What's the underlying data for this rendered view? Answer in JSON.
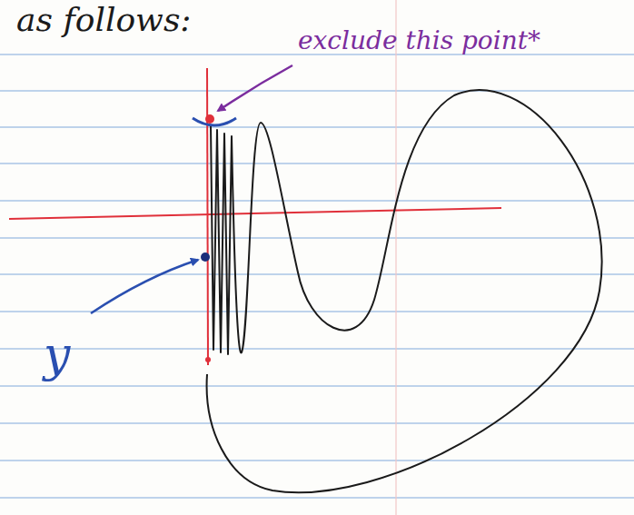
{
  "diagram": {
    "labels": [
      "as follows:",
      "exclude this point*",
      "y"
    ]
  }
}
